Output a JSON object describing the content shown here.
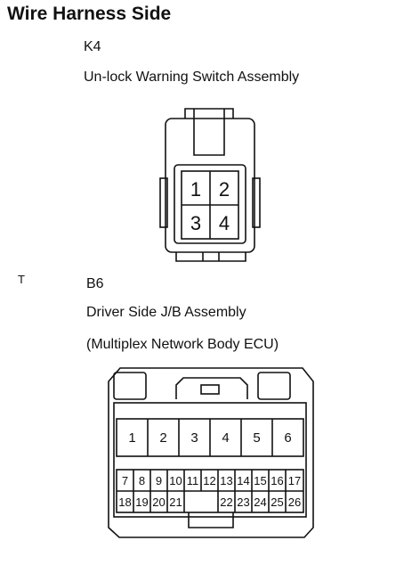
{
  "header": {
    "title": "Wire Harness Side"
  },
  "connector_k4": {
    "code": "K4",
    "name": "Un-lock Warning Switch Assembly",
    "pins": [
      "1",
      "2",
      "3",
      "4"
    ]
  },
  "side_marker": "T",
  "connector_b6": {
    "code": "B6",
    "name": "Driver Side J/B Assembly",
    "subname": "(Multiplex Network Body ECU)",
    "pins_top": [
      "1",
      "2",
      "3",
      "4",
      "5",
      "6"
    ],
    "pins_mid": [
      "7",
      "8",
      "9",
      "10",
      "11",
      "12",
      "13",
      "14",
      "15",
      "16",
      "17"
    ],
    "pins_bot": [
      "18",
      "19",
      "20",
      "21",
      "22",
      "23",
      "24",
      "25",
      "26"
    ]
  }
}
